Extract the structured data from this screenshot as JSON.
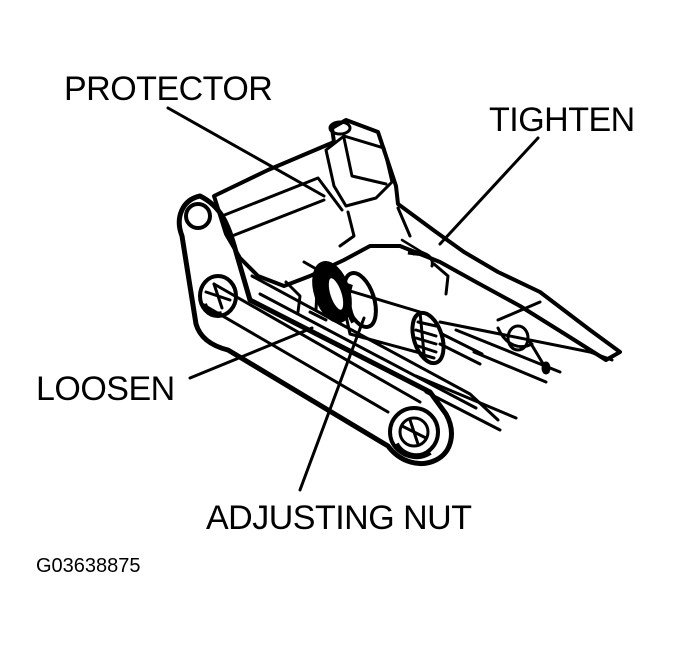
{
  "labels": {
    "protector": "PROTECTOR",
    "tighten": "TIGHTEN",
    "loosen": "LOOSEN",
    "adjusting_nut": "ADJUSTING NUT"
  },
  "figure_code": "G03638875",
  "colors": {
    "ink": "#000000",
    "background": "#ffffff"
  }
}
